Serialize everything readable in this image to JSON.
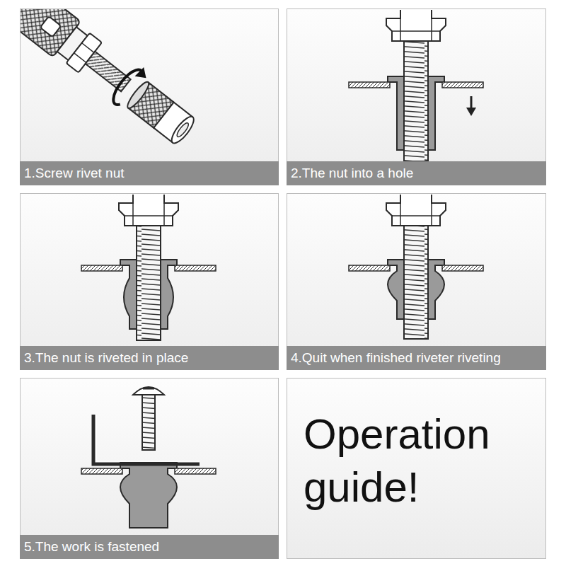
{
  "diagram": {
    "nodes": [
      {
        "text": [
          "1.Screw rivet nut"
        ]
      },
      {
        "text": [
          "2.The nut into a hole"
        ]
      },
      {
        "text": [
          "3.The nut is riveted in place"
        ]
      },
      {
        "text": [
          "4.Quit when finished riveter riveting"
        ]
      },
      {
        "text": [
          "5.The work is fastened"
        ]
      },
      {
        "text": [
          "Operation guide!"
        ]
      }
    ]
  }
}
